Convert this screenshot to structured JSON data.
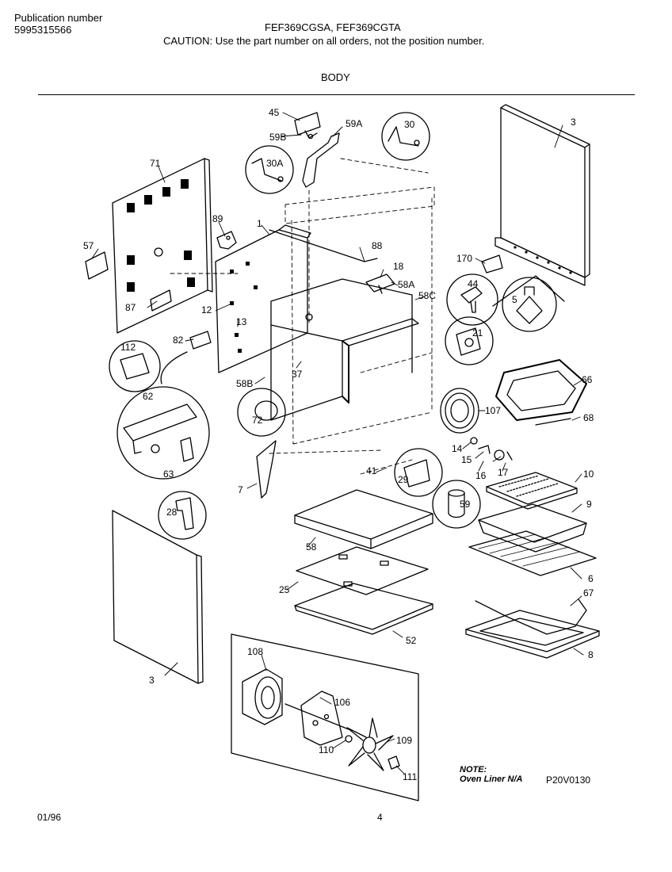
{
  "header": {
    "publication_label": "Publication number",
    "publication_number": "5995315566",
    "models": "FEF369CGSA, FEF369CGTA",
    "caution": "CAUTION:  Use the part number on all orders, not the position number.",
    "section_title": "BODY"
  },
  "labels": [
    "45",
    "59B",
    "59A",
    "30",
    "30A",
    "3",
    "71",
    "1",
    "89",
    "88",
    "57",
    "18",
    "58A",
    "58C",
    "170",
    "44",
    "5",
    "87",
    "12",
    "13",
    "21",
    "112",
    "82",
    "66",
    "68",
    "58B",
    "37",
    "62",
    "72",
    "107",
    "14",
    "15",
    "16",
    "17",
    "63",
    "7",
    "41",
    "29",
    "10",
    "59",
    "9",
    "28",
    "58",
    "6",
    "25",
    "67",
    "52",
    "8",
    "108",
    "106",
    "3",
    "110",
    "109",
    "111"
  ],
  "note": {
    "title": "NOTE:",
    "text": "Oven Liner N/A"
  },
  "figure_code": "P20V0130",
  "footer": {
    "date": "01/96",
    "page": "4"
  }
}
